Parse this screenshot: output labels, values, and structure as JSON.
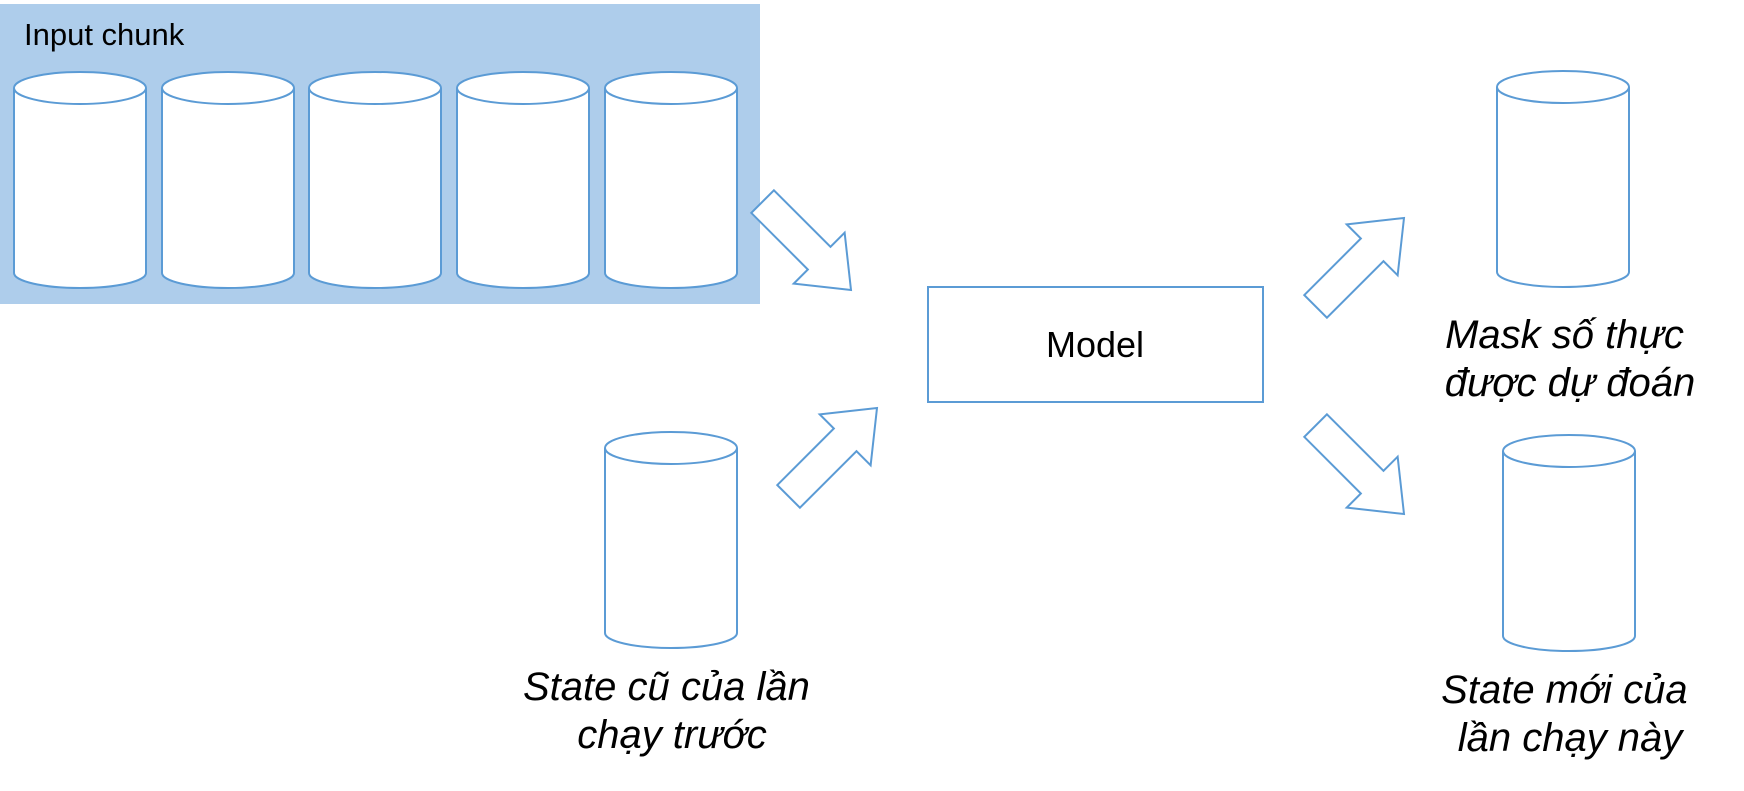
{
  "input_group": {
    "label": "Input chunk",
    "fill_color": "#aecdeb"
  },
  "model": {
    "label": "Model"
  },
  "prev_state": {
    "label_lines": [
      "State cũ của lần",
      "chạy trước"
    ]
  },
  "predicted_mask": {
    "label_lines": [
      "Mask số thực",
      "được dự đoán"
    ]
  },
  "new_state": {
    "label_lines": [
      "State mới của",
      "lần chạy này"
    ]
  },
  "colors": {
    "outline": "#5b9bd5",
    "text": "#000000",
    "background": "#ffffff"
  }
}
